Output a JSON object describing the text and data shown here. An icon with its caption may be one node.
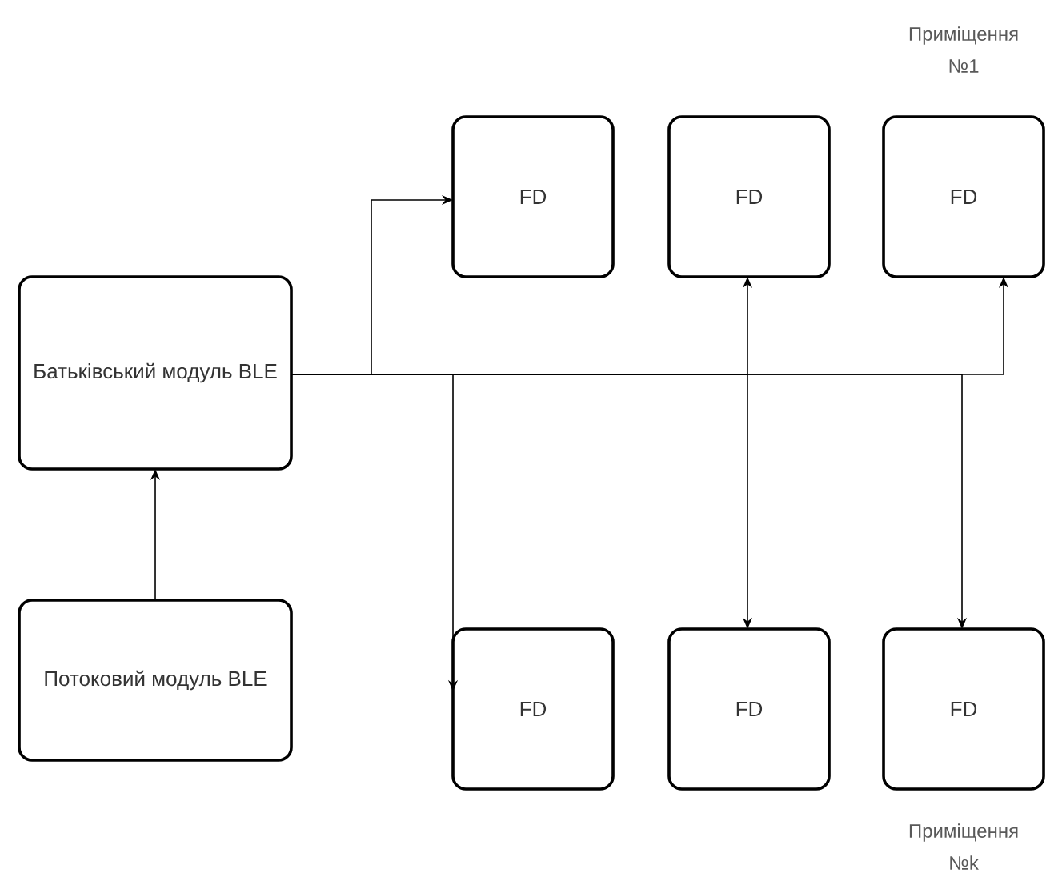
{
  "diagram": {
    "nodes": [
      {
        "text": [
          "Батьківський модуль BLE"
        ]
      },
      {
        "text": [
          "Потоковий модуль BLE"
        ]
      },
      {
        "text": [
          "FD"
        ]
      },
      {
        "text": [
          "FD"
        ]
      },
      {
        "text": [
          "FD"
        ],
        "beside": [
          "Приміщення №1"
        ]
      },
      {
        "text": [
          "FD"
        ]
      },
      {
        "text": [
          "FD"
        ]
      },
      {
        "text": [
          "FD"
        ],
        "beside": [
          "Приміщення №k"
        ]
      }
    ],
    "edges": [
      {
        "from": 1,
        "to": 0,
        "arrow": "to"
      },
      {
        "from": 0,
        "to": 2,
        "arrow": "to"
      },
      {
        "from": 0,
        "to": 3,
        "arrow": "to"
      },
      {
        "from": 0,
        "to": 4,
        "arrow": "to"
      },
      {
        "from": 0,
        "to": 5,
        "arrow": "to"
      },
      {
        "from": 0,
        "to": 6,
        "arrow": "to"
      },
      {
        "from": 0,
        "to": 7,
        "arrow": "to"
      }
    ]
  }
}
